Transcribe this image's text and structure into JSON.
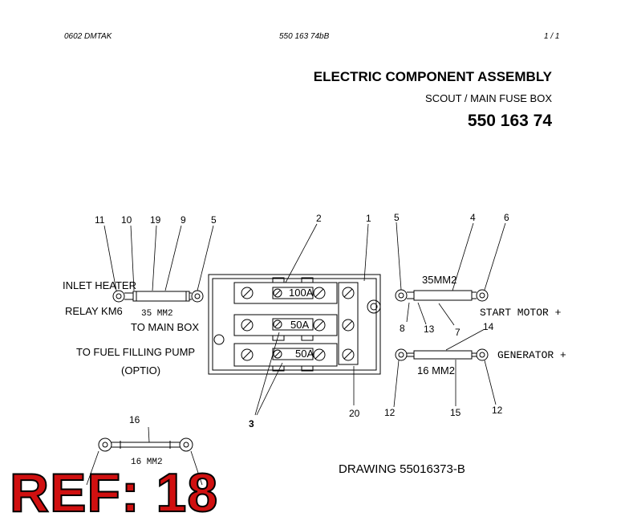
{
  "header": {
    "left": "0602   DMTAK",
    "center": "550 163 74bB",
    "right": "1 /   1"
  },
  "title": "ELECTRIC COMPONENT ASSEMBLY",
  "subtitle": "SCOUT / MAIN FUSE BOX",
  "part_number": "550 163 74",
  "labels": {
    "inlet_heater": "INLET HEATER",
    "relay": "RELAY KM6",
    "cable_35_left": "35  MM2",
    "to_main_box": "TO MAIN BOX",
    "to_fuel_pump": "TO FUEL FILLING PUMP",
    "optio": "(OPTIO)",
    "fuse_100": "100A",
    "fuse_50a": "50A",
    "fuse_50b": "50A",
    "cable_35_right": "35MM2",
    "start_motor": "START  MOTOR  +",
    "cable_16_right": "16 MM2",
    "generator": "GENERATOR  +",
    "cable_16_bottom": "16  MM2"
  },
  "callouts": {
    "n11": "11",
    "n10": "10",
    "n19": "19",
    "n9": "9",
    "n5a": "5",
    "n2": "2",
    "n1": "1",
    "n5b": "5",
    "n4": "4",
    "n6": "6",
    "n8": "8",
    "n13": "13",
    "n7": "7",
    "n14": "14",
    "n12a": "12",
    "n15": "15",
    "n12b": "12",
    "n20": "20",
    "n3": "3",
    "n16": "16"
  },
  "drawing": "DRAWING 55016373-B",
  "ref": "REF: 18"
}
